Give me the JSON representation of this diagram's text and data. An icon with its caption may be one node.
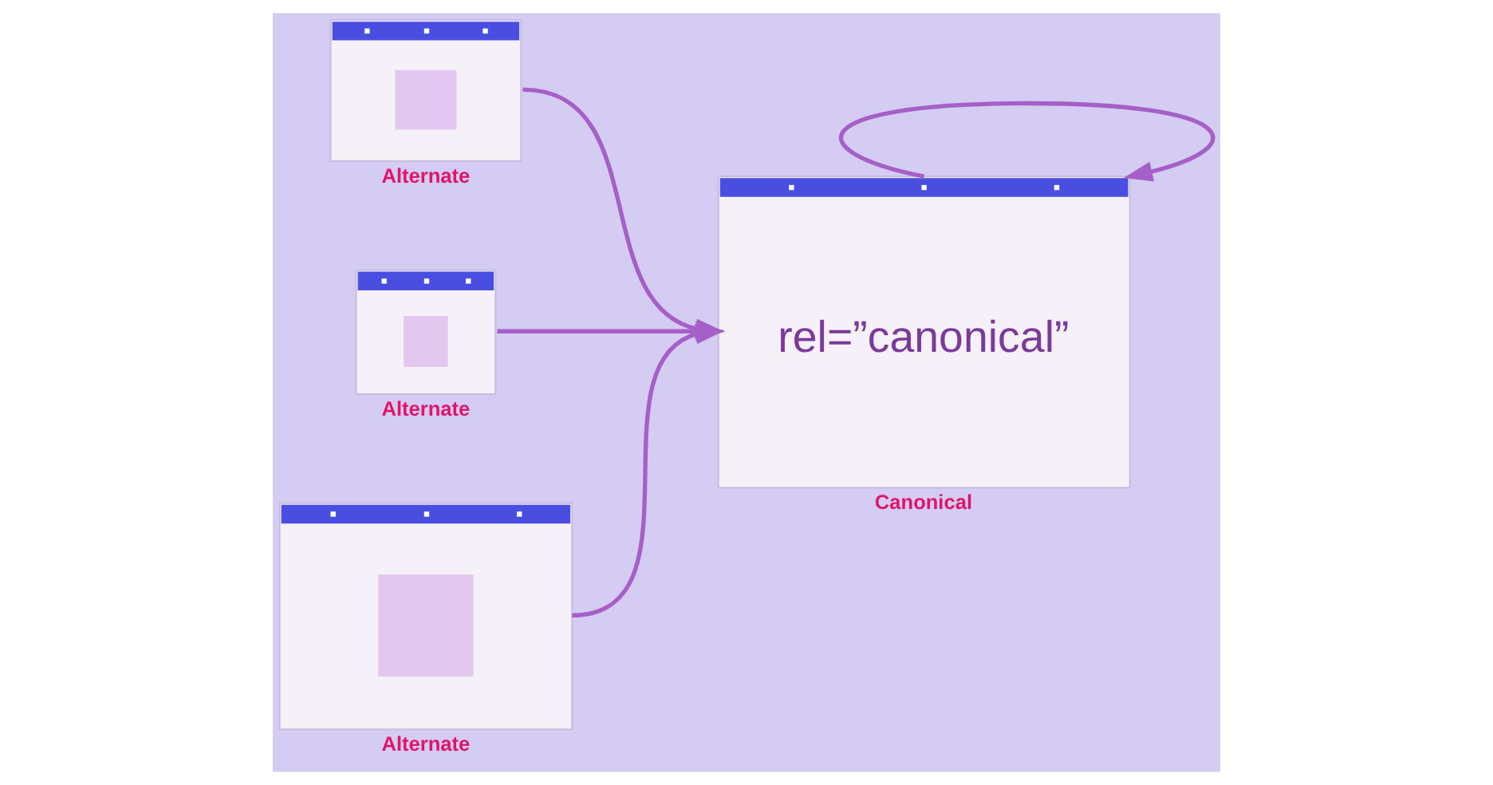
{
  "diagram": {
    "nodes": [
      {
        "text": [],
        "shape": "box",
        "beside": [
          "Alternate"
        ]
      },
      {
        "text": [
          "rel=”canonical”"
        ],
        "beside": [
          "Canonical"
        ]
      },
      {
        "text": [],
        "shape": "box",
        "beside": [
          "Alternate"
        ]
      },
      {
        "text": [],
        "shape": "box",
        "beside": [
          "Alternate"
        ]
      }
    ],
    "edges": [
      {
        "from": 0,
        "to": 1,
        "arrow": "to"
      },
      {
        "from": 1,
        "to": 1,
        "arrow": "to"
      },
      {
        "from": 2,
        "to": 1,
        "arrow": "to"
      },
      {
        "from": 3,
        "to": 1,
        "arrow": "to"
      }
    ]
  }
}
